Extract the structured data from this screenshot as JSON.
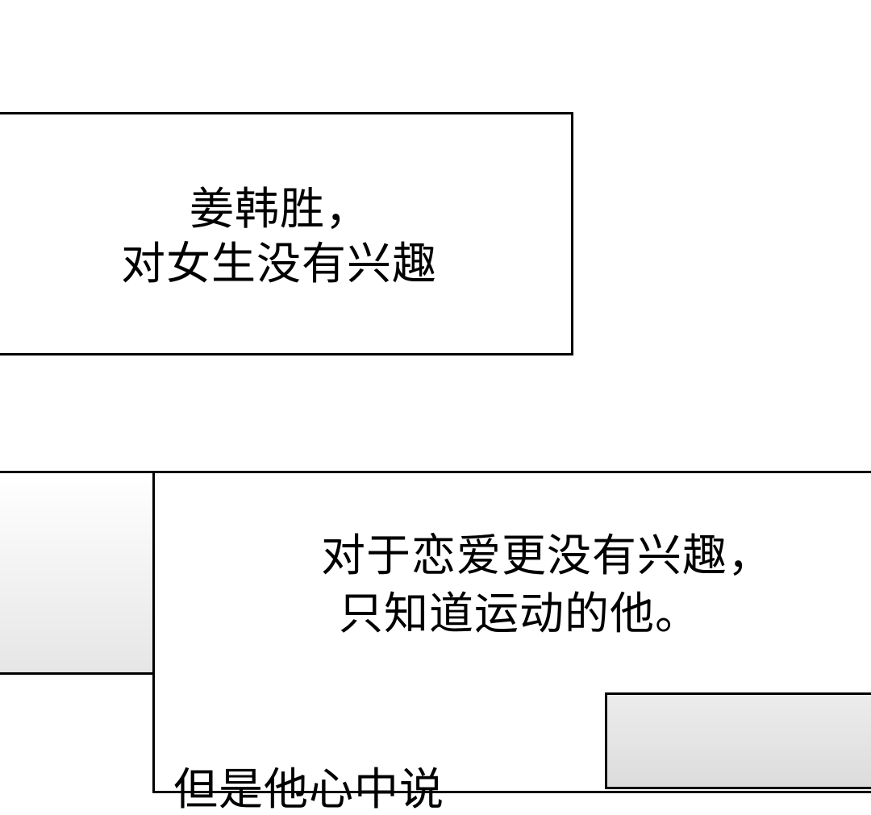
{
  "caption1": {
    "lines": [
      "姜韩胜，",
      "对女生没有兴趣"
    ]
  },
  "caption2": {
    "lines": [
      "对于恋爱更没有兴趣，",
      "只知道运动的他。"
    ]
  },
  "caption3": {
    "lines": [
      "但是他心中说"
    ]
  },
  "colors": {
    "border": "#000000",
    "panel_gray": "#e2e2e2"
  }
}
